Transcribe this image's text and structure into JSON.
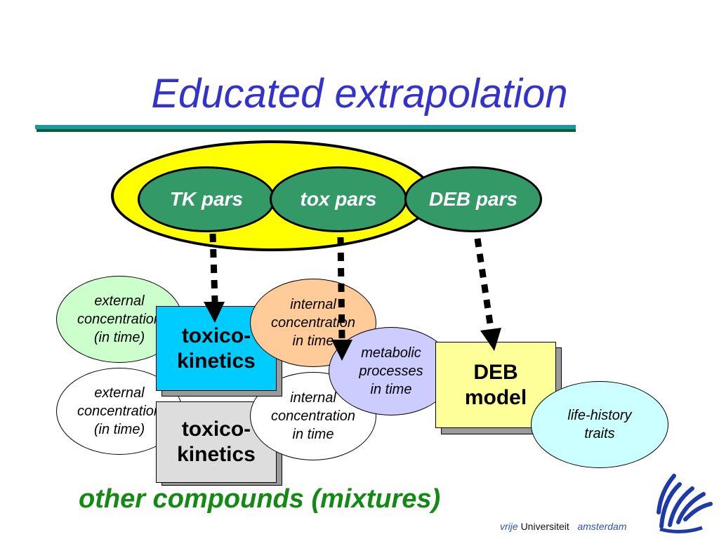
{
  "title": "Educated extrapolation",
  "params": {
    "tk": "TK pars",
    "tox": "tox pars",
    "deb": "DEB pars"
  },
  "nodes": {
    "external_front": "external\nconcentration\n(in time)",
    "external_back": "external\nconcentration\n(in time)",
    "toxicokinetics_front": "toxico-\nkinetics",
    "toxicokinetics_back": "toxico-\nkinetics",
    "internal_front": "internal\nconcentration\nin time",
    "internal_back": "internal\nconcentration\nin time",
    "metabolic": "metabolic\nprocesses\nin time",
    "deb_model": "DEB\nmodel",
    "life_history": "life-history\ntraits"
  },
  "footer_text": "other compounds (mixtures)",
  "logo": {
    "word1": "vrije",
    "word2": "Universiteit",
    "word3": "amsterdam"
  },
  "colors": {
    "title": "#3333cc",
    "yellow": "#ffff00",
    "green": "#339966",
    "cyan_box": "#00ccff",
    "gray_box": "#dddddd",
    "ext_front": "#ccffcc",
    "int_front": "#ffcc99",
    "metabolic": "#ccccff",
    "deb_box": "#ffff99",
    "life_history": "#ccffff",
    "footer": "#138a13"
  }
}
